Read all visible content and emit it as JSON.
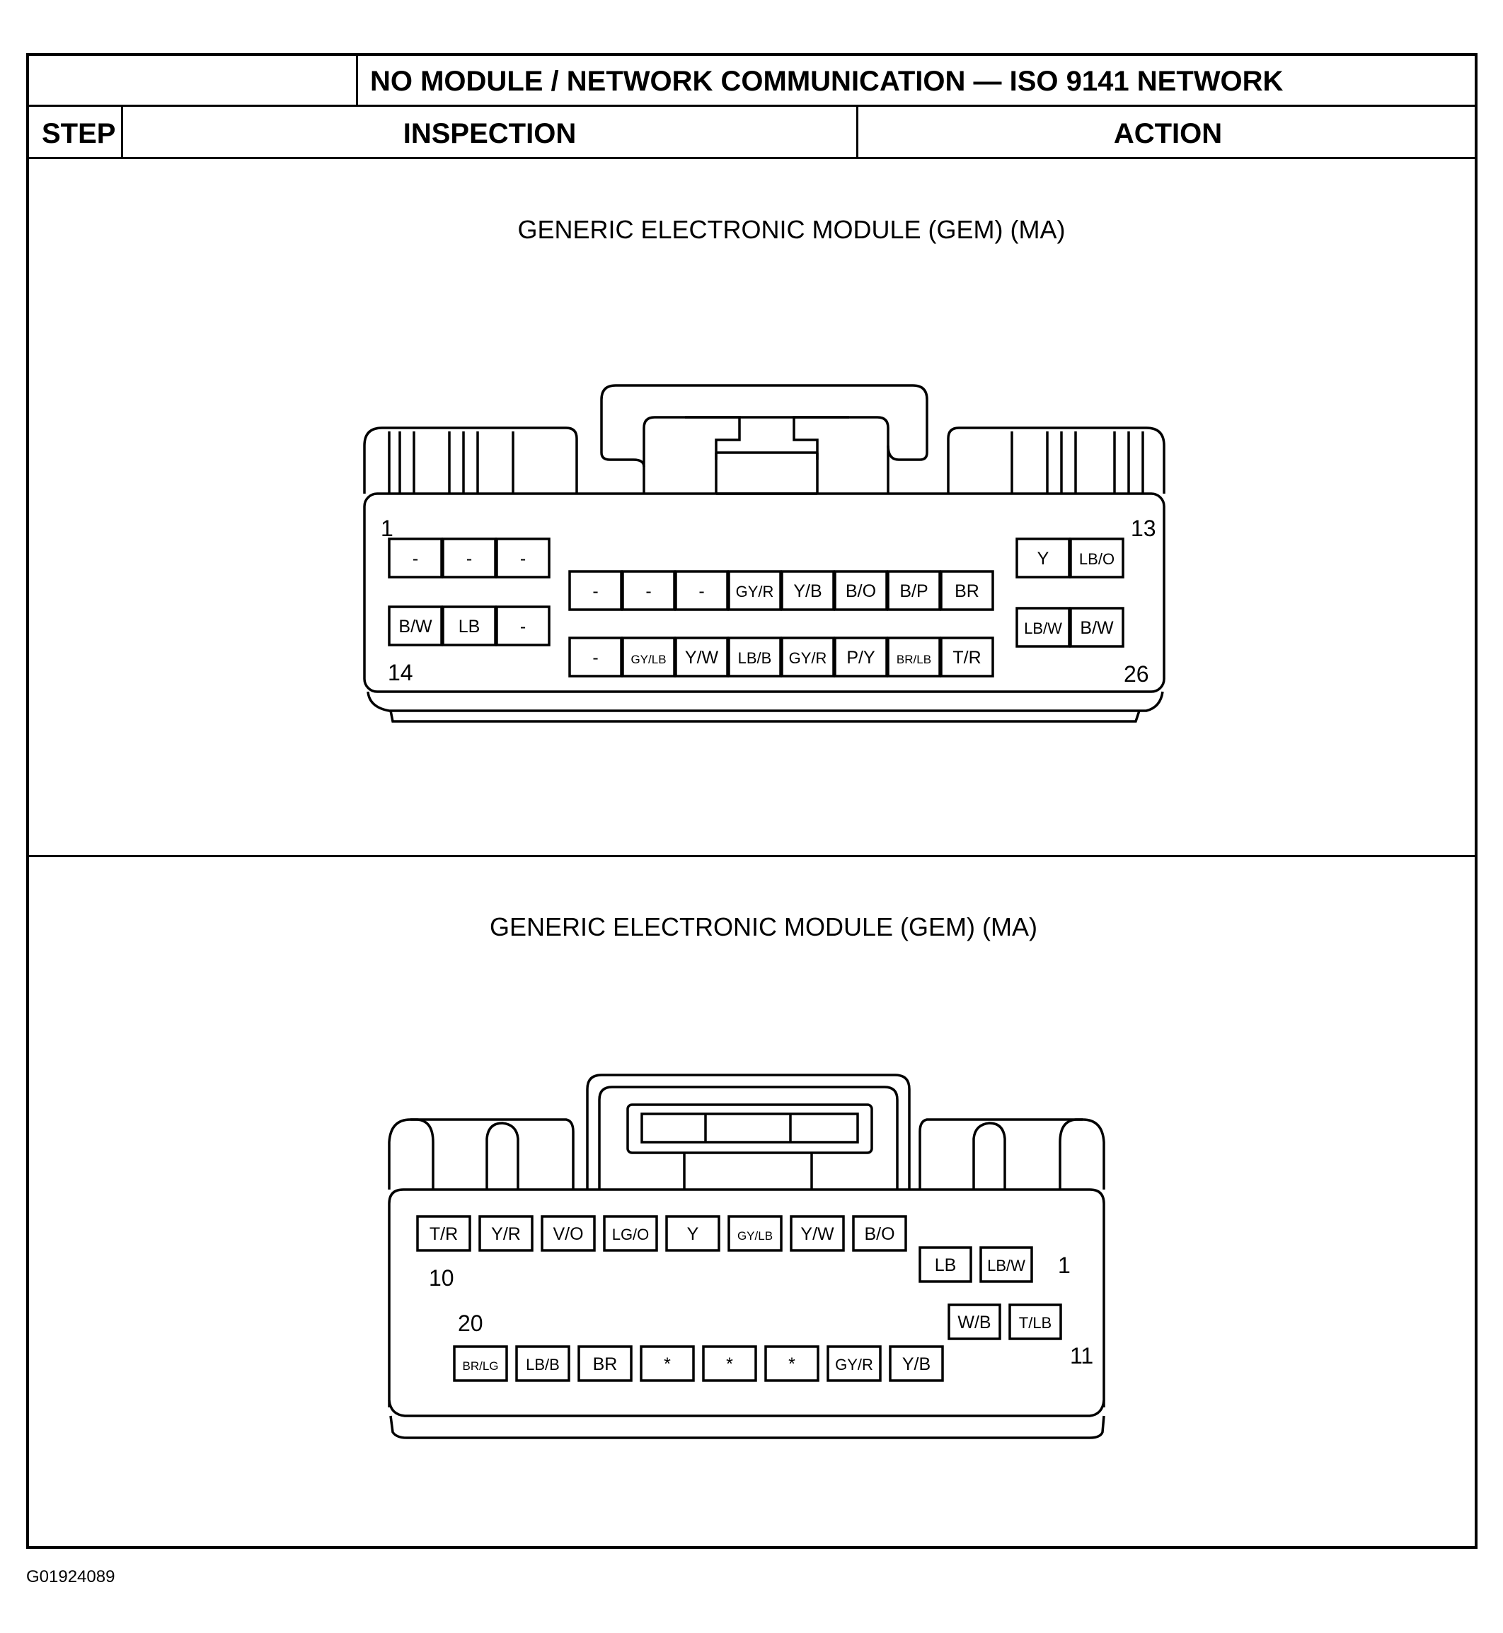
{
  "header": {
    "title": "NO MODULE / NETWORK COMMUNICATION — ISO 9141 NETWORK",
    "col_step": "STEP",
    "col_inspection": "INSPECTION",
    "col_action": "ACTION"
  },
  "connector1": {
    "title": "GENERIC ELECTRONIC MODULE (GEM) (MA)",
    "pin_labels": {
      "first": "1",
      "last_top": "13",
      "first_bottom": "14",
      "last": "26"
    },
    "left_top": [
      "-",
      "-",
      "-"
    ],
    "left_bottom": [
      "B/W",
      "LB",
      "-"
    ],
    "mid_top": [
      "-",
      "-",
      "-",
      "GY/R",
      "Y/B",
      "B/O",
      "B/P",
      "BR"
    ],
    "mid_bottom": [
      "-",
      "GY/LB",
      "Y/W",
      "LB/B",
      "GY/R",
      "P/Y",
      "BR/LB",
      "T/R"
    ],
    "right_top": [
      "Y",
      "LB/O"
    ],
    "right_bottom": [
      "LB/W",
      "B/W"
    ]
  },
  "connector2": {
    "title": "GENERIC ELECTRONIC MODULE (GEM) (MA)",
    "pin_labels": {
      "n10": "10",
      "n1": "1",
      "n20": "20",
      "n11": "11"
    },
    "top_row": [
      "T/R",
      "Y/R",
      "V/O",
      "LG/O",
      "Y",
      "GY/LB",
      "Y/W",
      "B/O"
    ],
    "right_top": [
      "LB",
      "LB/W"
    ],
    "right_bottom": [
      "W/B",
      "T/LB"
    ],
    "bottom_row": [
      "BR/LG",
      "LB/B",
      "BR",
      "*",
      "*",
      "*",
      "GY/R",
      "Y/B"
    ]
  },
  "figure_id": "G01924089"
}
